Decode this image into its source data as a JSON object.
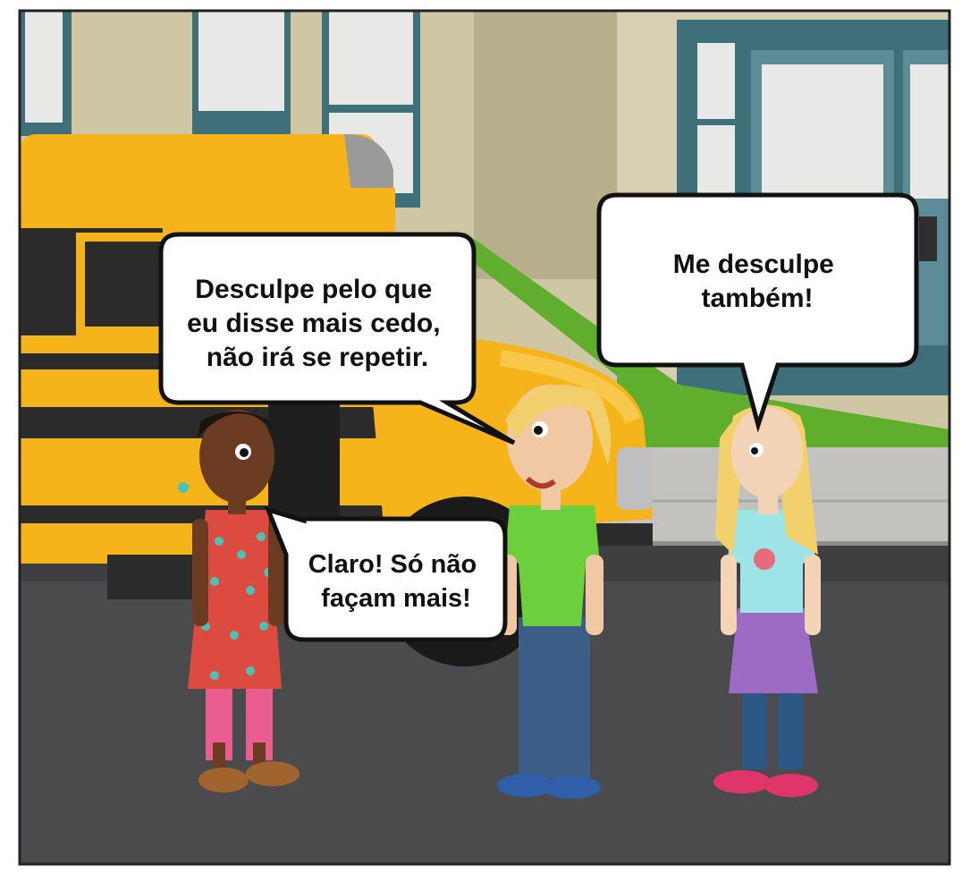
{
  "comic_panel": {
    "bubbles": {
      "left_friend": {
        "lines": [
          "Desculpe pelo que",
          "eu disse mais cedo,",
          "não irá se repetir."
        ]
      },
      "right_girl": {
        "lines": [
          "Me desculpe",
          "também!"
        ]
      },
      "dark_girl": {
        "lines": [
          "Claro! Só não",
          "façam mais!"
        ]
      }
    },
    "colors": {
      "sky_wall": "#cfc6a4",
      "wall_shadow": "#b6ad8c",
      "window_frame": "#3f6f78",
      "window_glass": "#e6e6e3",
      "bus_yellow": "#f4b41a",
      "bus_dark": "#2b2b2b",
      "grass": "#5fae2e",
      "sidewalk": "#c2c0bc",
      "road": "#4a4a4c",
      "door_teal": "#5d8b96",
      "dress_red": "#dd4a3f",
      "dress_dots": "#4cc1b5",
      "shirt_green": "#6ccf3c",
      "shirt_cyan": "#9ee3e6",
      "skirt_purple": "#9c6bc4",
      "jeans_blue": "#3c5d86"
    }
  }
}
